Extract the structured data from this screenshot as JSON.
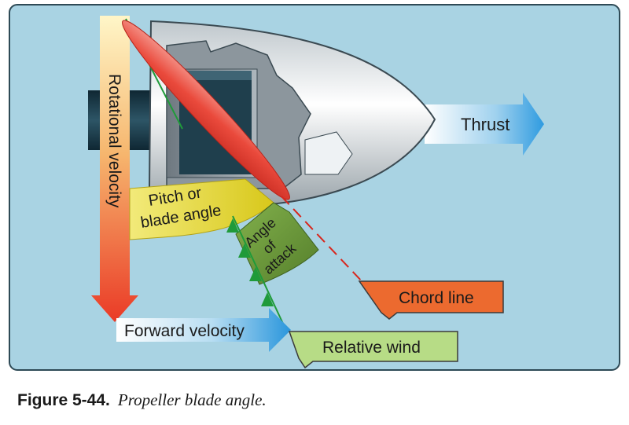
{
  "labels": {
    "rotational_velocity": "Rotational velocity",
    "thrust": "Thrust",
    "pitch_line1": "Pitch or",
    "pitch_line2": "blade angle",
    "aoa_line1": "Angle",
    "aoa_line2": "of",
    "aoa_line3": "attack",
    "chord_line": "Chord line",
    "forward_velocity": "Forward velocity",
    "relative_wind": "Relative wind"
  },
  "caption": {
    "number": "Figure 5-44.",
    "text": "Propeller blade angle."
  },
  "colors": {
    "background": "#a9d3e3",
    "hub": "#1b3a48",
    "spinner": "#dde4e8",
    "blade": "#e8463a",
    "pitch_band": "#e2d32c",
    "aoa_band": "#6a9a38",
    "chord_tag": "#ec6a2f",
    "relative_wind_tag": "#b7dc86",
    "arrow_blue": "#3aa3df"
  }
}
